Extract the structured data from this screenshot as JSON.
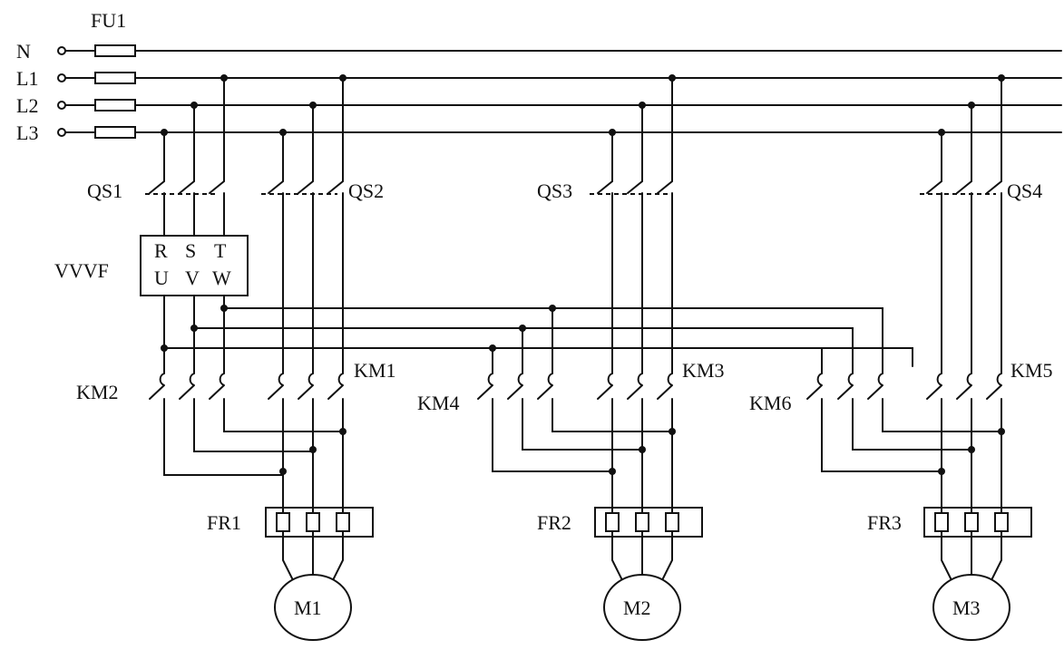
{
  "fuse_label": "FU1",
  "supply_lines": [
    "N",
    "L1",
    "L2",
    "L3"
  ],
  "isolators": [
    "QS1",
    "QS2",
    "QS3",
    "QS4"
  ],
  "vvvf": {
    "label": "VVVF",
    "inputs": [
      "R",
      "S",
      "T"
    ],
    "outputs": [
      "U",
      "V",
      "W"
    ]
  },
  "contactors": [
    "KM1",
    "KM2",
    "KM3",
    "KM4",
    "KM5",
    "KM6"
  ],
  "overloads": [
    "FR1",
    "FR2",
    "FR3"
  ],
  "motors": [
    "M1",
    "M2",
    "M3"
  ]
}
